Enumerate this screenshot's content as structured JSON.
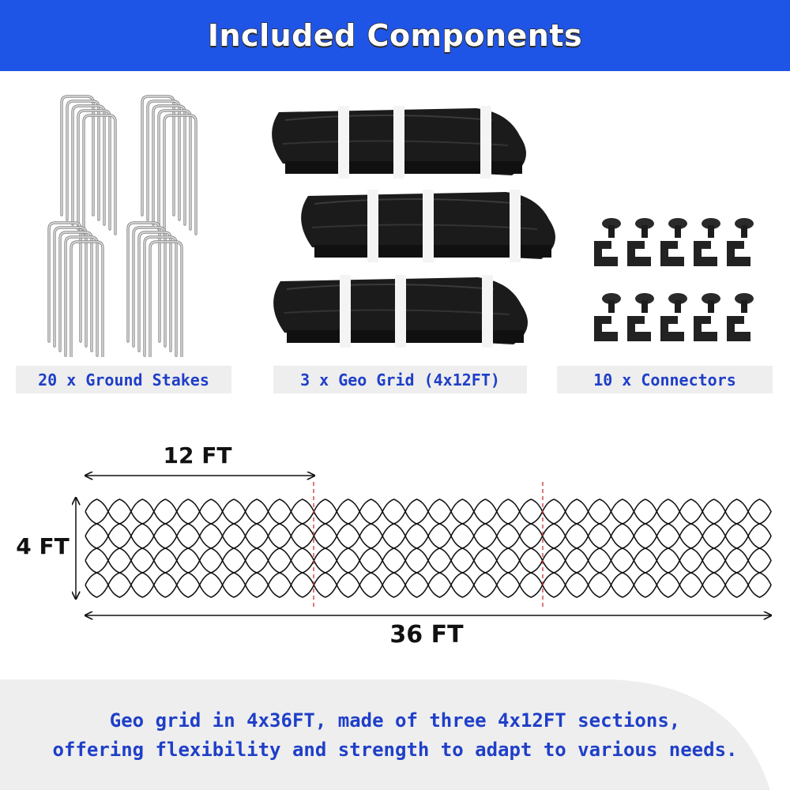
{
  "header": {
    "title": "Included Components"
  },
  "components": [
    {
      "label": "20 x Ground Stakes"
    },
    {
      "label": "3 x Geo Grid (4x12FT)"
    },
    {
      "label": "10 x Connectors"
    }
  ],
  "diagram": {
    "section_label": "12 FT",
    "height_label": "4 FT",
    "total_label": "36 FT",
    "sections": 3
  },
  "footer": {
    "line1": "Geo grid in 4x36FT, made of three 4x12FT sections,",
    "line2": "offering flexibility and strength to adapt to various needs."
  },
  "colors": {
    "header_bg": "#1f55e6",
    "accent_text": "#1f3fc8",
    "label_bg": "#eeeeee",
    "divider": "#cc3333",
    "footer_band": "#eeeeee"
  }
}
